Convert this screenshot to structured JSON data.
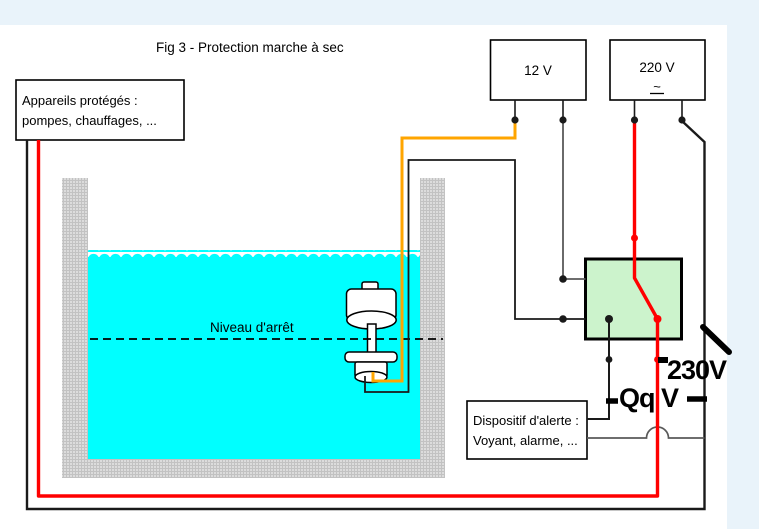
{
  "title": "Fig 3 - Protection marche à sec",
  "protected_box": {
    "line1": "Appareils protégés :",
    "line2": "pompes, chauffages, ..."
  },
  "supply_12v": {
    "label": "12 V"
  },
  "supply_220v": {
    "label": "220 V",
    "ac_symbol": "~"
  },
  "tank": {
    "level_label": "Niveau d'arrêt"
  },
  "alert_box": {
    "line1": "Dispositif d'alerte :",
    "line2": "Voyant, alarme, ..."
  },
  "annotations": {
    "voltage_main": "230V",
    "voltage_alert": "Qq V"
  },
  "colors": {
    "background": "#e9f3fa",
    "canvas": "#ffffff",
    "water": "#00ffff",
    "relay_fill": "#ccf3cc",
    "wire_red": "#ff0000",
    "wire_orange": "#ffa500",
    "wire_dark": "#1a1a1a",
    "wire_gray": "#5a5a5a",
    "box_fill": "#ffffff",
    "annotation": "#000000"
  }
}
